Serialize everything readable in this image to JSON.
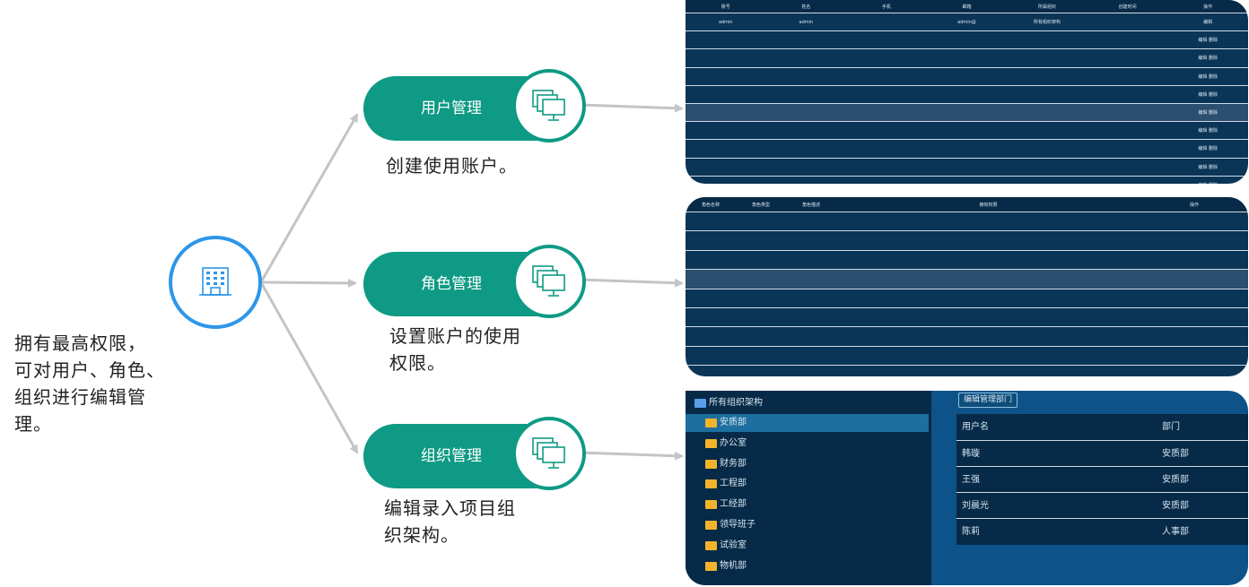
{
  "hub": {
    "icon": "building-icon"
  },
  "summary": [
    "拥有最高权限，",
    "可对用户、角色、",
    "组织进行编辑管",
    "理。"
  ],
  "modules": [
    {
      "label": "用户管理",
      "icon": "monitor-icon",
      "desc": [
        "创建使用账户。"
      ]
    },
    {
      "label": "角色管理",
      "icon": "monitor-icon",
      "desc": [
        "设置账户的使用",
        "权限。"
      ]
    },
    {
      "label": "组织管理",
      "icon": "monitor-icon",
      "desc": [
        "编辑录入项目组",
        "织架构。"
      ]
    }
  ],
  "colors": {
    "teal": "#0e9a84",
    "hub_border": "#2d96e8",
    "panel": "#0b3556",
    "arrow": "#c4c4c4"
  },
  "user_table": {
    "columns": [
      "账号",
      "姓名",
      "手机",
      "邮箱",
      "所属组织",
      "创建时间",
      "操作"
    ],
    "rows": [
      [
        "admin",
        "admin",
        "",
        "admin@",
        "所有组织架构",
        "",
        "编辑"
      ],
      [
        "",
        "",
        "",
        "",
        "",
        "",
        "编辑 删除"
      ],
      [
        "",
        "",
        "",
        "",
        "",
        "",
        "编辑 删除"
      ],
      [
        "",
        "",
        "",
        "",
        "",
        "",
        "编辑 删除"
      ],
      [
        "",
        "",
        "",
        "",
        "",
        "",
        "编辑 删除"
      ],
      [
        "",
        "",
        "",
        "",
        "",
        "",
        "编辑 删除"
      ],
      [
        "",
        "",
        "",
        "",
        "",
        "",
        "编辑 删除"
      ],
      [
        "",
        "",
        "",
        "",
        "",
        "",
        "编辑 删除"
      ],
      [
        "",
        "",
        "",
        "",
        "",
        "",
        "编辑 删除"
      ],
      [
        "",
        "",
        "",
        "",
        "",
        "",
        "编辑 删除"
      ]
    ]
  },
  "role_table": {
    "columns": [
      "角色名称",
      "角色类型",
      "角色描述",
      "拥有权限",
      "操作"
    ],
    "rows": [
      [
        "",
        "",
        "",
        "",
        ""
      ],
      [
        "",
        "",
        "",
        "",
        ""
      ],
      [
        "",
        "",
        "",
        "",
        ""
      ],
      [
        "",
        "",
        "",
        "",
        ""
      ],
      [
        "",
        "",
        "",
        "",
        ""
      ],
      [
        "",
        "",
        "",
        "",
        ""
      ],
      [
        "",
        "",
        "",
        "",
        ""
      ],
      [
        "",
        "",
        "",
        "",
        ""
      ],
      [
        "",
        "",
        "",
        "",
        ""
      ]
    ]
  },
  "org_tree": {
    "root": "所有组织架构",
    "items": [
      "安质部",
      "办公室",
      "财务部",
      "工程部",
      "工经部",
      "领导班子",
      "试验室",
      "物机部"
    ],
    "selected": 0
  },
  "org_panel": {
    "button": "编辑管理部门",
    "columns": [
      "用户名",
      "部门"
    ],
    "rows": [
      [
        "韩璇",
        "安质部"
      ],
      [
        "王强",
        "安质部"
      ],
      [
        "刘晨光",
        "安质部"
      ],
      [
        "陈莉",
        "人事部"
      ]
    ]
  }
}
